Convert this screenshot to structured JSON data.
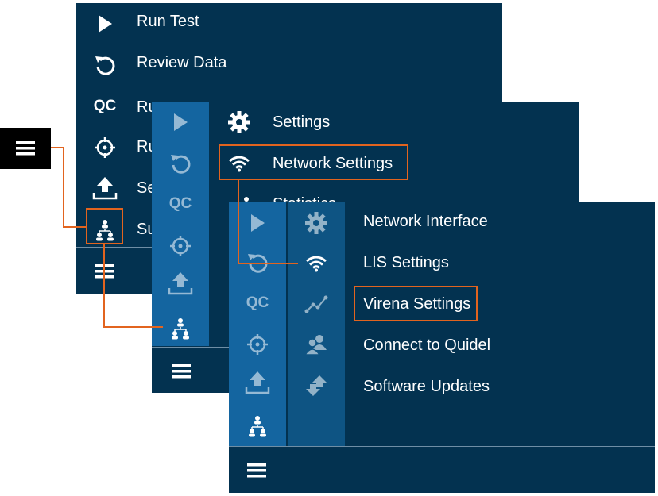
{
  "accent_color": "#e2641f",
  "panel_color": "#033250",
  "rail_color": "#1465a0",
  "menu1": {
    "items": [
      {
        "label": "Run Test",
        "icon": "play-icon"
      },
      {
        "label": "Review Data",
        "icon": "review-icon"
      },
      {
        "label": "Run QC",
        "icon": "qc-icon",
        "visible_label": "Ru"
      },
      {
        "label": "Run ...",
        "icon": "target-icon",
        "visible_label": "Ru"
      },
      {
        "label": "Se...",
        "icon": "upload-icon",
        "visible_label": "Se"
      },
      {
        "label": "Su...",
        "icon": "hierarchy-icon",
        "visible_label": "Su"
      }
    ],
    "qc_icon_text": "QC"
  },
  "menu2": {
    "items": [
      {
        "label": "Settings",
        "icon": "gear-icon"
      },
      {
        "label": "Network Settings",
        "icon": "wifi-icon"
      },
      {
        "label": "Statistics",
        "icon": "statistics-icon"
      }
    ],
    "rail_qc_text": "QC"
  },
  "menu3": {
    "items": [
      {
        "label": "Network Interface",
        "icon": "gear-icon"
      },
      {
        "label": "LIS Settings",
        "icon": "wifi-icon"
      },
      {
        "label": "Virena Settings",
        "icon": "chart-line-icon"
      },
      {
        "label": "Connect to Quidel",
        "icon": "users-icon"
      },
      {
        "label": "Software Updates",
        "icon": "update-arrows-icon"
      }
    ],
    "rail_qc_text": "QC"
  }
}
